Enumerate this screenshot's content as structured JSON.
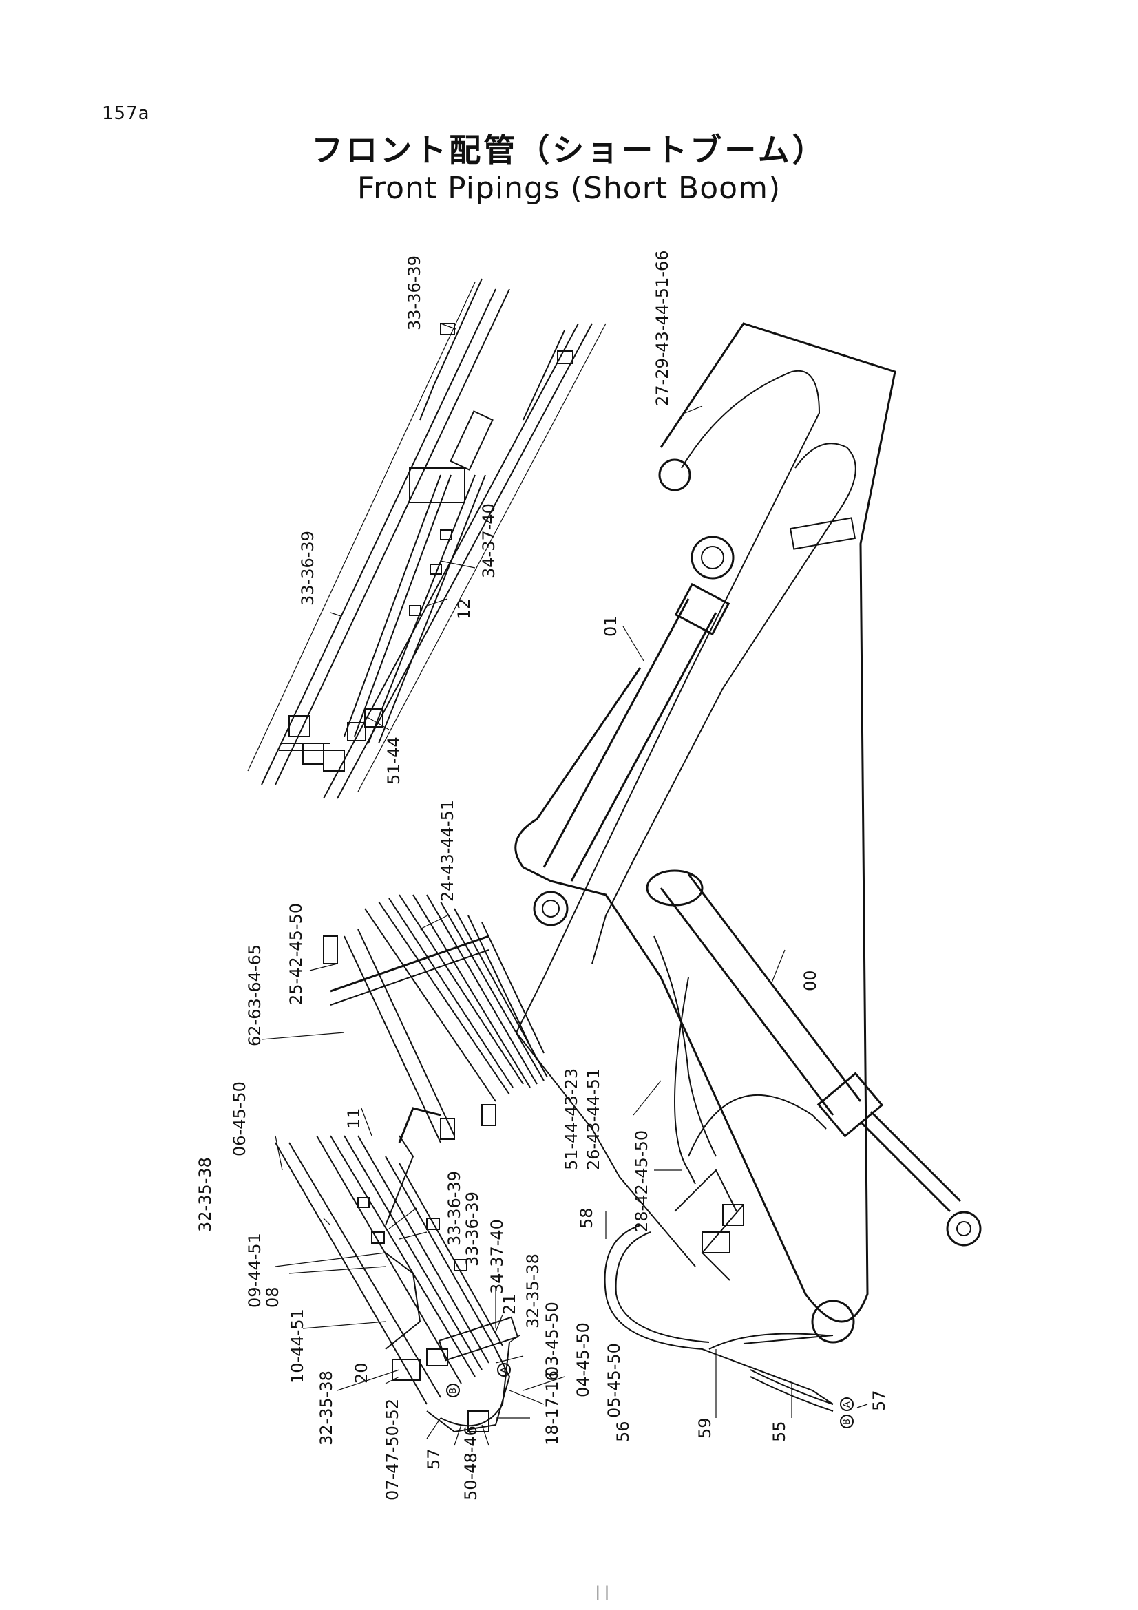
{
  "page_number": "157a",
  "title_japanese": "フロント配管（ショートブーム）",
  "title_english": "Front Pipings (Short Boom)",
  "footer_mark": "| |",
  "labels": {
    "l_33_36_39_top": "33-36-39",
    "l_27_29": "27-29-43-44-51-66",
    "l_33_36_39_mid": "33-36-39",
    "l_34_37_40_top": "34-37-40",
    "l_12": "12",
    "l_01": "01",
    "l_51_44": "51-44",
    "l_24_43": "24-43-44-51",
    "l_62_63": "62-63-64-65",
    "l_25_42": "25-42-45-50",
    "l_00": "00",
    "l_06_45": "06-45-50",
    "l_11": "11",
    "l_51_44_43": "51-44-43-23",
    "l_26_43": "26-43-44-51",
    "l_32_35_38_a": "32-35-38",
    "l_33_36_39_b": "33-36-39",
    "l_33_36_39_c": "33-36-39",
    "l_28_42": "28-42-45-50",
    "l_09_44": "09-44-51",
    "l_08": "08",
    "l_34_37_40_b": "34-37-40",
    "l_32_35_38_b": "32-35-38",
    "l_21": "21",
    "l_58": "58",
    "l_10_44": "10-44-51",
    "l_03_45": "03-45-50",
    "l_04_45": "04-45-50",
    "l_05_45": "05-45-50",
    "l_32_35_38_c": "32-35-38",
    "l_20": "20",
    "l_56": "56",
    "l_59": "59",
    "l_55": "55",
    "l_57_a": "57",
    "l_07_47": "07-47-50-52",
    "l_57_b": "57",
    "l_50_48": "50-48-46",
    "l_18_17": "18-17-16",
    "circle_a": "A",
    "circle_b": "B"
  }
}
